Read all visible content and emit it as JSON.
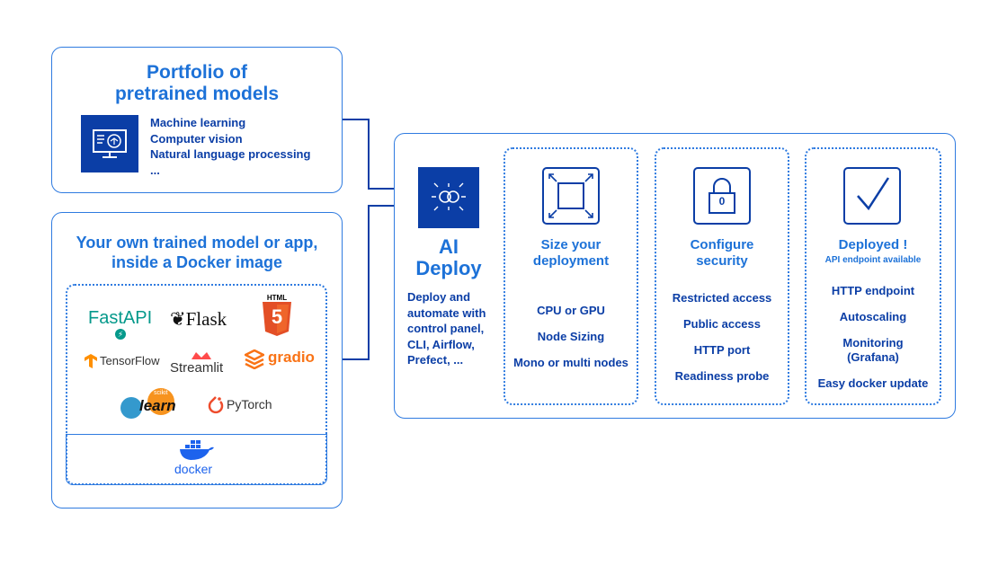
{
  "portfolio": {
    "title_line1": "Portfolio of",
    "title_line2": "pretrained models",
    "items": [
      "Machine learning",
      "Computer vision",
      "Natural language processing",
      "..."
    ],
    "icon": "monitor-brain-icon"
  },
  "own_model": {
    "title_line1": "Your own trained model or app,",
    "title_line2": "inside a Docker image",
    "logos": {
      "fastapi": "FastAPI",
      "flask": "Flask",
      "html": "HTML",
      "html_number": "5",
      "tensorflow": "TensorFlow",
      "streamlit": "Streamlit",
      "gradio": "gradio",
      "sklearn_small": "scikit",
      "sklearn": "learn",
      "pytorch": "PyTorch",
      "docker": "docker"
    }
  },
  "ai_deploy": {
    "title_line1": "AI",
    "title_line2": "Deploy",
    "description_lines": [
      "Deploy and",
      "automate with",
      "control panel,",
      "CLI, Airflow,",
      "Prefect, ..."
    ],
    "icon": "brain-network-icon"
  },
  "steps": [
    {
      "title_line1": "Size your",
      "title_line2": "deployment",
      "subtitle": "",
      "items": [
        "CPU or GPU",
        "Node Sizing",
        "Mono or multi nodes"
      ],
      "icon": "resize-square-icon"
    },
    {
      "title_line1": "Configure",
      "title_line2": "security",
      "subtitle": "",
      "items": [
        "Restricted access",
        "Public access",
        "HTTP port",
        "Readiness probe"
      ],
      "icon": "padlock-icon",
      "icon_label": "0"
    },
    {
      "title_line1": "Deployed !",
      "title_line2": "",
      "subtitle": "API endpoint available",
      "items": [
        "HTTP endpoint",
        "Autoscaling",
        "Monitoring",
        "(Grafana)",
        "Easy docker update"
      ],
      "icon": "checkmark-icon"
    }
  ],
  "colors": {
    "accent": "#1d72d8",
    "navy": "#0b3ea6",
    "icon_fill": "#0b3ea6",
    "border": "#2f7be0"
  }
}
